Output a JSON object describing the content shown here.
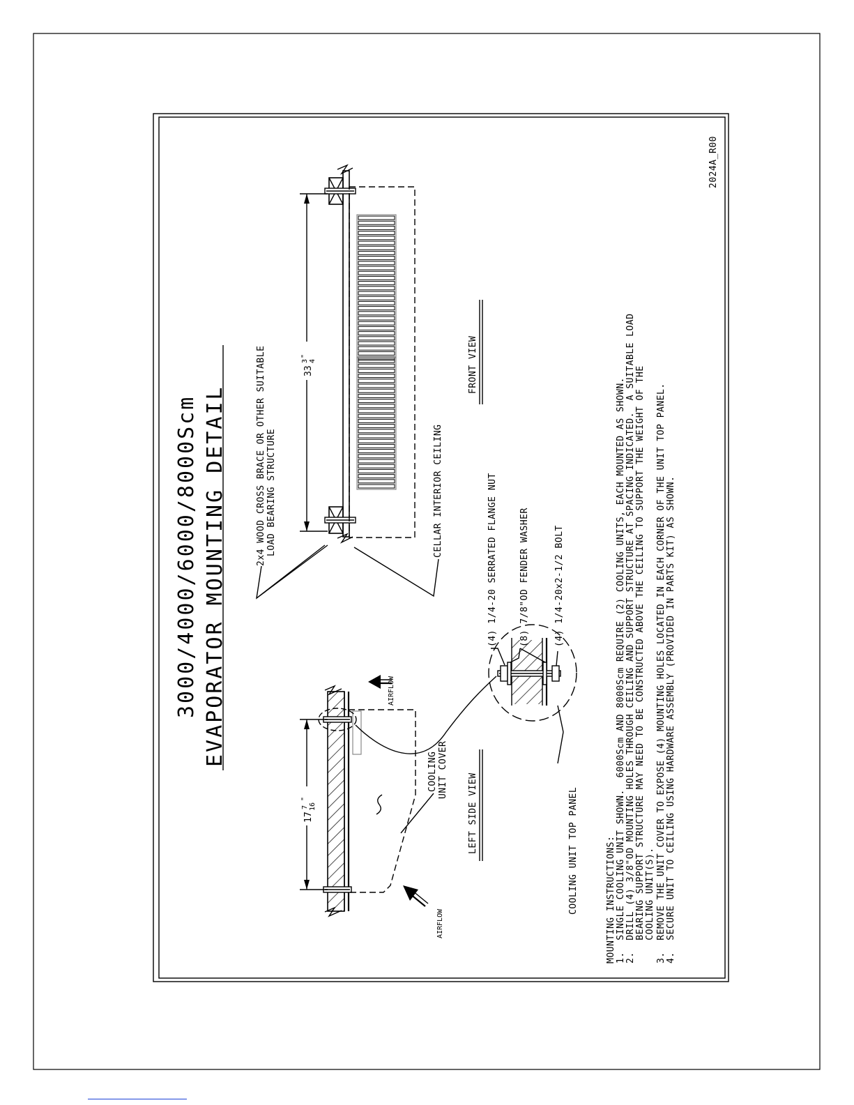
{
  "title": {
    "models": "3000/4000/6000/8000Scm",
    "name": "EVAPORATOR MOUNTING DETAIL"
  },
  "labels": {
    "wood_brace_1": "2x4 WOOD CROSS BRACE OR OTHER SUITABLE",
    "wood_brace_2": "LOAD BEARING STRUCTURE",
    "cellar_ceiling": "CELLAR INTERIOR CEILING",
    "front_view": "FRONT VIEW",
    "left_side_view": "LEFT SIDE VIEW",
    "cooling_cover_1": "COOLING",
    "cooling_cover_2": "UNIT COVER",
    "top_panel": "COOLING UNIT TOP PANEL",
    "flange_nut": "(4) 1/4-20 SERRATED FLANGE NUT",
    "fender_washer": "(8) 7/8\"OD FENDER WASHER",
    "bolt": "(4) 1/4-20x2-1/2 BOLT",
    "airflow_top": "AIRFLOW",
    "airflow_bottom": "AIRFLOW",
    "drawing_no": "2024A_R00"
  },
  "dimensions": {
    "front_whole": "33",
    "front_frac_num": "3",
    "front_frac_den": "4",
    "side_whole": "17",
    "side_frac_num": "7",
    "side_frac_den": "16",
    "inch": "\""
  },
  "instructions": {
    "heading": "MOUNTING INSTRUCTIONS:",
    "lines": [
      "1.  SINGLE COOLING UNIT SHOWN.  6000Scm AND 8000Scm REQUIRE (2) COOLING UNITS, EACH MOUNTED AS SHOWN.",
      "2.  DRILL (4) 3/8\"OD MOUNTING HOLES THROUGH CEILING AND SUPPORT STRUCTURE AT SPACING INDICATED.  A SUITABLE LOAD",
      "    BEARING SUPPORT STRUCTURE MAY NEED TO BE CONSTRUCTED ABOVE THE CEILING TO SUPPORT THE WEIGHT OF THE",
      "    COOLING UNIT(S).",
      "3.  REMOVE THE UNIT COVER TO EXPOSE (4) MOUNTING HOLES LOCATED IN EACH CORNER OF THE UNIT TOP PANEL.",
      "4.  SECURE UNIT TO CEILING USING HARDWARE ASSEMBLY (PROVIDED IN PARTS KIT) AS SHOWN."
    ]
  }
}
